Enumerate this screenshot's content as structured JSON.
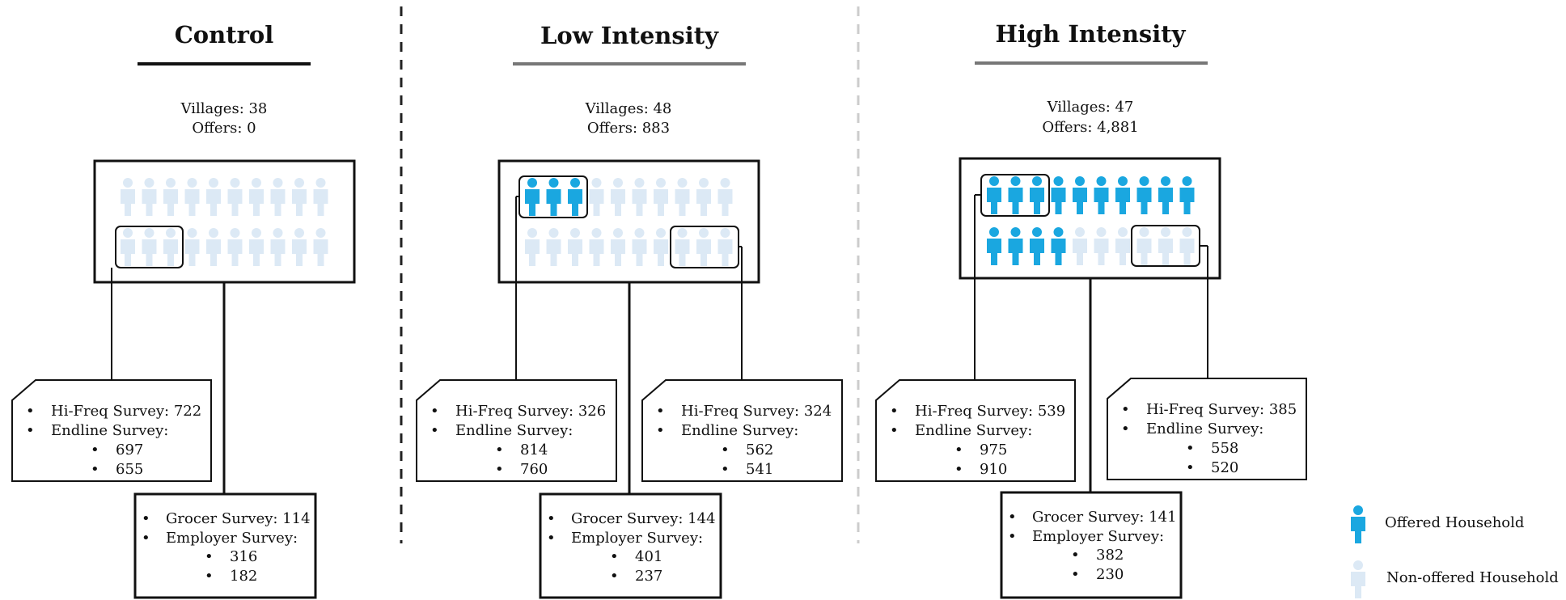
{
  "colors": {
    "offered": "#1aa7e0",
    "non_offered": "#dce9f5",
    "line": "#111111",
    "control_rule": "#111111",
    "low_rule": "#777777",
    "high_rule": "#777777",
    "dashed_divider_1": "#222222",
    "dashed_divider_2": "#cccccc"
  },
  "columns": [
    {
      "id": "control",
      "title": "Control",
      "villages": "Villages: 38",
      "offers": "Offers: 0",
      "rows": [
        {
          "offered": 0,
          "total": 10
        },
        {
          "offered": 0,
          "total": 10
        }
      ],
      "hh_boxes": [
        {
          "items": [
            "Hi-Freq Survey: 722",
            "Endline Survey:"
          ],
          "subitems": [
            "697",
            "655"
          ]
        }
      ],
      "market_box": {
        "items": [
          "Grocer Survey: 114",
          "Employer Survey:"
        ],
        "subitems": [
          "316",
          "182"
        ]
      }
    },
    {
      "id": "low",
      "title": "Low Intensity",
      "villages": "Villages: 48",
      "offers": "Offers: 883",
      "rows": [
        {
          "offered": 3,
          "total": 10
        },
        {
          "offered": 0,
          "total": 10
        }
      ],
      "hh_boxes": [
        {
          "items": [
            "Hi-Freq Survey: 326",
            "Endline Survey:"
          ],
          "subitems": [
            "814",
            "760"
          ]
        },
        {
          "items": [
            "Hi-Freq Survey: 324",
            "Endline Survey:"
          ],
          "subitems": [
            "562",
            "541"
          ]
        }
      ],
      "market_box": {
        "items": [
          "Grocer Survey: 144",
          "Employer Survey:"
        ],
        "subitems": [
          "401",
          "237"
        ]
      }
    },
    {
      "id": "high",
      "title": "High Intensity",
      "villages": "Villages: 47",
      "offers": "Offers: 4,881",
      "rows": [
        {
          "offered": 10,
          "total": 10
        },
        {
          "offered": 4,
          "total": 10
        }
      ],
      "hh_boxes": [
        {
          "items": [
            "Hi-Freq Survey: 539",
            "Endline Survey:"
          ],
          "subitems": [
            "975",
            "910"
          ]
        },
        {
          "items": [
            "Hi-Freq Survey: 385",
            "Endline Survey:"
          ],
          "subitems": [
            "558",
            "520"
          ]
        }
      ],
      "market_box": {
        "items": [
          "Grocer Survey: 141",
          "Employer Survey:"
        ],
        "subitems": [
          "382",
          "230"
        ]
      }
    }
  ],
  "legend": {
    "offered_label": "Offered Household",
    "non_offered_label": "Non-offered Household",
    "offered_icon": "person-icon",
    "non_offered_icon": "person-icon"
  }
}
